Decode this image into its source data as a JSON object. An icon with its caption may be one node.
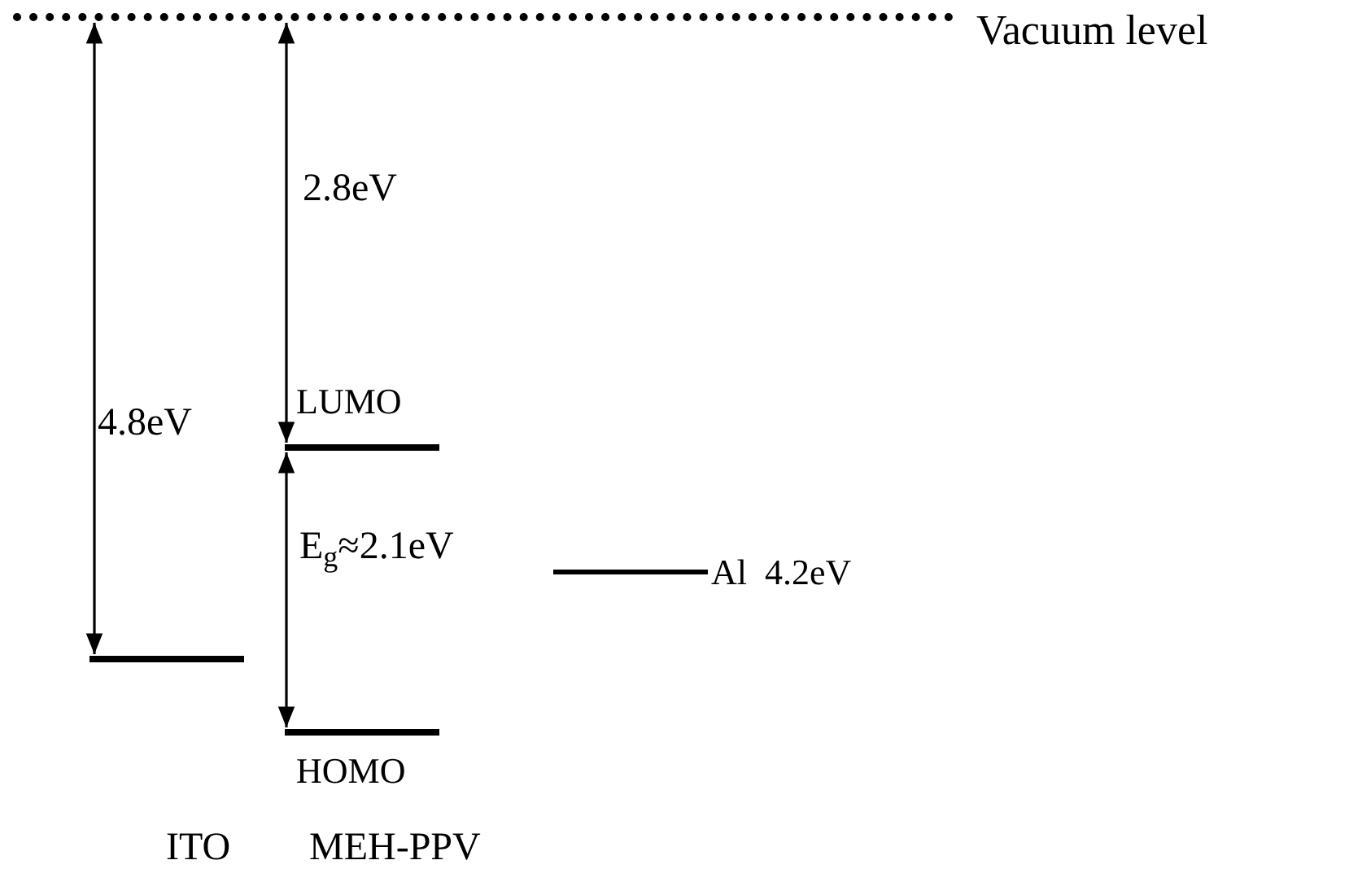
{
  "diagram": {
    "nodes": [
      {
        "text": [],
        "shape": "bar",
        "beside": [
          "Vacuum level"
        ]
      },
      {
        "text": [],
        "shape": "bar"
      },
      {
        "text": [
          "LUMO"
        ]
      },
      {
        "text": [
          "HOMO"
        ]
      },
      {
        "text": [
          "Al  4.2eV"
        ]
      }
    ],
    "edges": [
      {
        "from": 0,
        "to": 1,
        "arrow": "both",
        "label": "4.8eV"
      },
      {
        "from": 0,
        "to": 2,
        "arrow": "both",
        "label": "2.8eV"
      },
      {
        "from": 2,
        "to": 3,
        "arrow": "both",
        "label": "E$_{g}$≈2.1eV"
      }
    ],
    "labels": [
      "ITO",
      "MEH-PPV"
    ]
  }
}
